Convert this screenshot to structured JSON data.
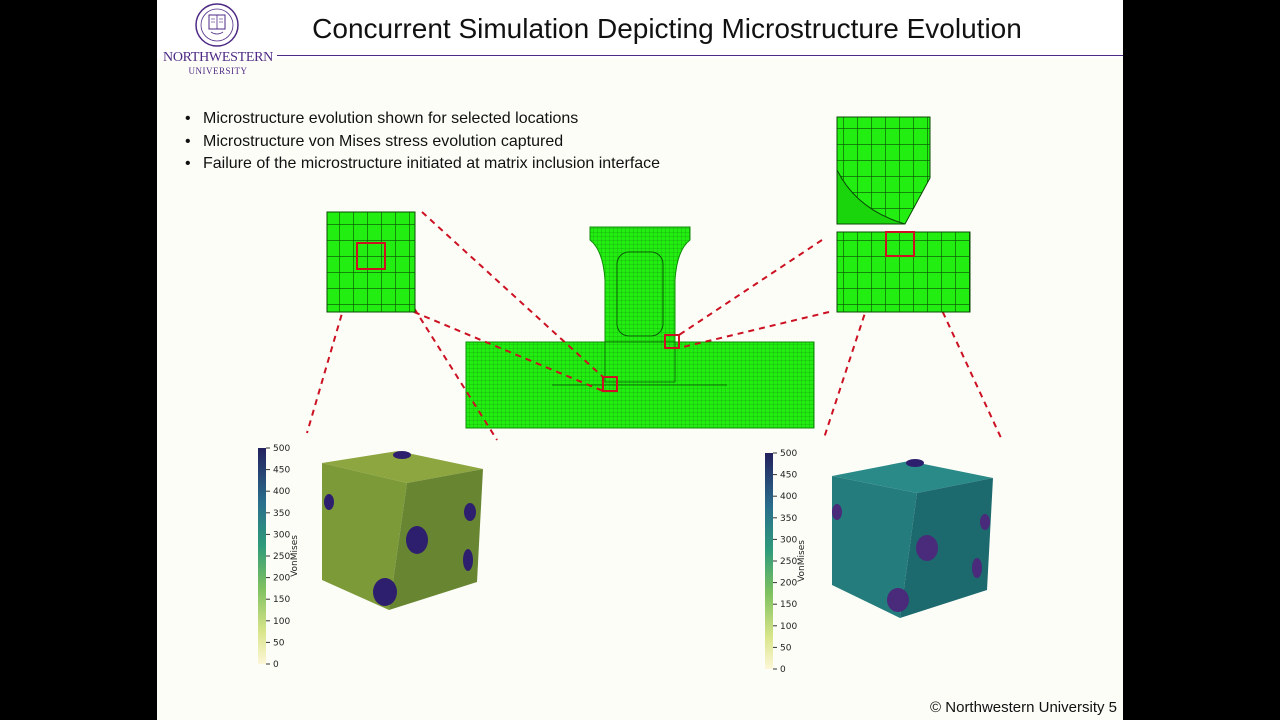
{
  "logo": {
    "name": "NORTHWESTERN",
    "sub": "UNIVERSITY"
  },
  "title": "Concurrent Simulation Depicting Microstructure Evolution",
  "bullets": [
    {
      "text": "Microstructure evolution shown for selected locations"
    },
    {
      "text": "Microstructure von Mises stress evolution captured"
    },
    {
      "text": "Failure of the microstructure initiated at matrix inclusion interface"
    }
  ],
  "colorbar_left": {
    "label": "VonMises",
    "ticks": [
      "500",
      "450",
      "400",
      "350",
      "300",
      "250",
      "200",
      "150",
      "100",
      "50",
      "0"
    ]
  },
  "colorbar_right": {
    "label": "VonMises",
    "ticks": [
      "500",
      "450",
      "400",
      "350",
      "300",
      "250",
      "200",
      "150",
      "100",
      "50",
      "0"
    ]
  },
  "footer": "© Northwestern University 5",
  "colors": {
    "mesh_green": "#22ee11",
    "accent_purple": "#4e2a84",
    "highlight_red": "#cc1122",
    "cube_left_top": "#8ea640",
    "cube_left_front": "#7c9a38",
    "cube_left_side": "#688632",
    "cube_right_top": "#2a8a88",
    "cube_right_front": "#247d7c",
    "cube_right_side": "#1d6a6e",
    "inclusion": "#2d1f6e"
  },
  "icons": {
    "seal": "university-seal-icon"
  }
}
